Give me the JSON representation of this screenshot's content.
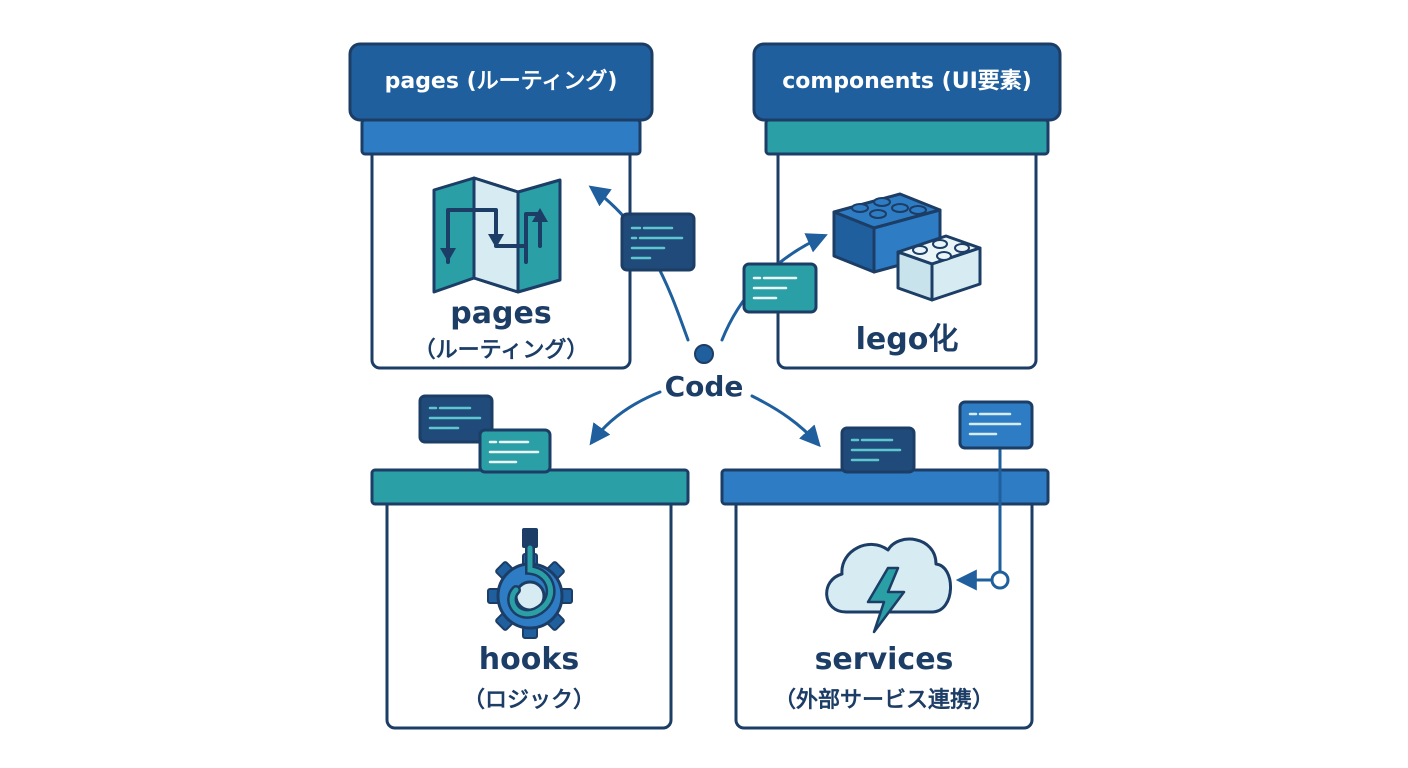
{
  "center": {
    "label": "Code"
  },
  "pages": {
    "tab_label": "pages (ルーティング)",
    "title": "pages",
    "subtitle": "（ルーティング）",
    "icon": "map-route-icon"
  },
  "components": {
    "tab_label": "components (UI要素)",
    "title": "lego化",
    "icon": "lego-blocks-icon"
  },
  "hooks": {
    "title": "hooks",
    "subtitle": "（ロジック）",
    "icon": "gear-hook-icon"
  },
  "services": {
    "title": "services",
    "subtitle": "（外部サービス連携）",
    "icon": "cloud-lightning-icon"
  },
  "colors": {
    "navy": "#1c3d66",
    "blue": "#1f5f9e",
    "bright_blue": "#2e7dc4",
    "teal": "#2a9fa6",
    "light": "#d6ecf2"
  }
}
